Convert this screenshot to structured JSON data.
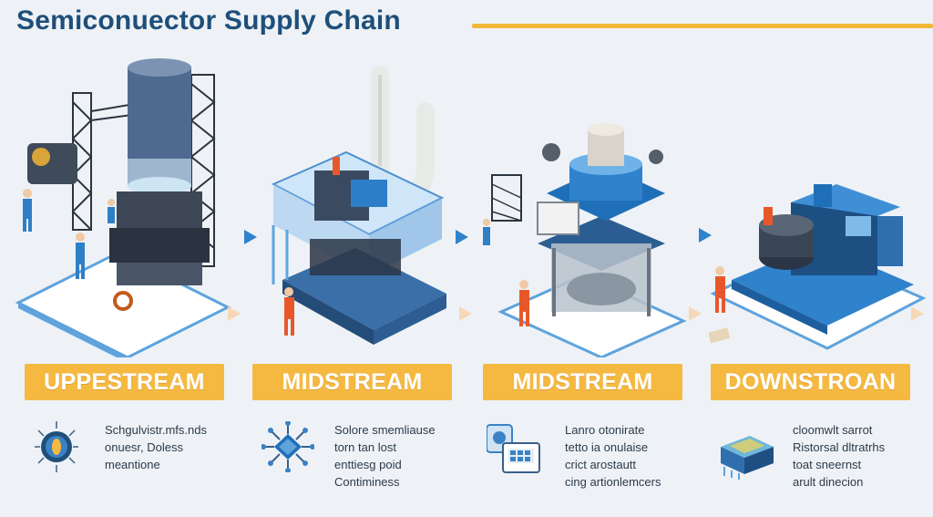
{
  "title": "Semiconuector Supply Chain",
  "stages": [
    {
      "label": "UPPESTREAM",
      "lines": [
        "Schgulvistr.mfs.nds",
        "onuesr, Doless",
        "meantione"
      ]
    },
    {
      "label": "MIDSTREAM",
      "lines": [
        "Solore smemliause",
        "torn tan lost",
        "enttiesg poid",
        "Contiminess"
      ]
    },
    {
      "label": "MIDSTREAM",
      "lines": [
        "Lanro otonirate",
        "tetto ia onulaise",
        "crict arostautt",
        "cing artionlemcers"
      ]
    },
    {
      "label": "DOWNSTROAN",
      "lines": [
        "cloomwlt sarrot",
        "Ristorsal dltratrhs",
        "toat sneernst",
        "arult dinecion"
      ]
    }
  ],
  "colors": {
    "title": "#1f4f7a",
    "accent": "#f5b942",
    "blue": "#3b82c4",
    "navy": "#27496d",
    "worker": "#e8572a"
  }
}
